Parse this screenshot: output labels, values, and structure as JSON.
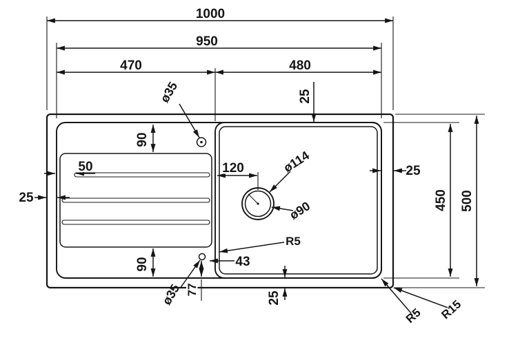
{
  "page": {
    "background": "#ffffff",
    "line_color": "#151515"
  },
  "drawing": {
    "name": "Kitchen sink dimensioned drawing (top view)",
    "labels": {
      "overall_width": "1000",
      "rim_width": "950",
      "drainer_width": "470",
      "bowl_width": "480",
      "gap_top": "25",
      "gap_left": "25",
      "gap_right": "25",
      "gap_bottom": "25",
      "rim_depth": "450",
      "overall_depth": "500",
      "drainer_offset_top": "90",
      "drainer_offset_bottom": "90",
      "groove_inset": "50",
      "drain_offset": "120",
      "drain_outer_dia": "ø114",
      "drain_inner_dia": "ø90",
      "tap_hole_dia": "ø35",
      "overflow_hole_dia": "ø35",
      "overflow_offset_x": "43",
      "overflow_offset_y": "77",
      "bowl_corner_radius": "R5",
      "rim_corner_radius": "R5",
      "outer_corner_radius": "R15"
    }
  }
}
